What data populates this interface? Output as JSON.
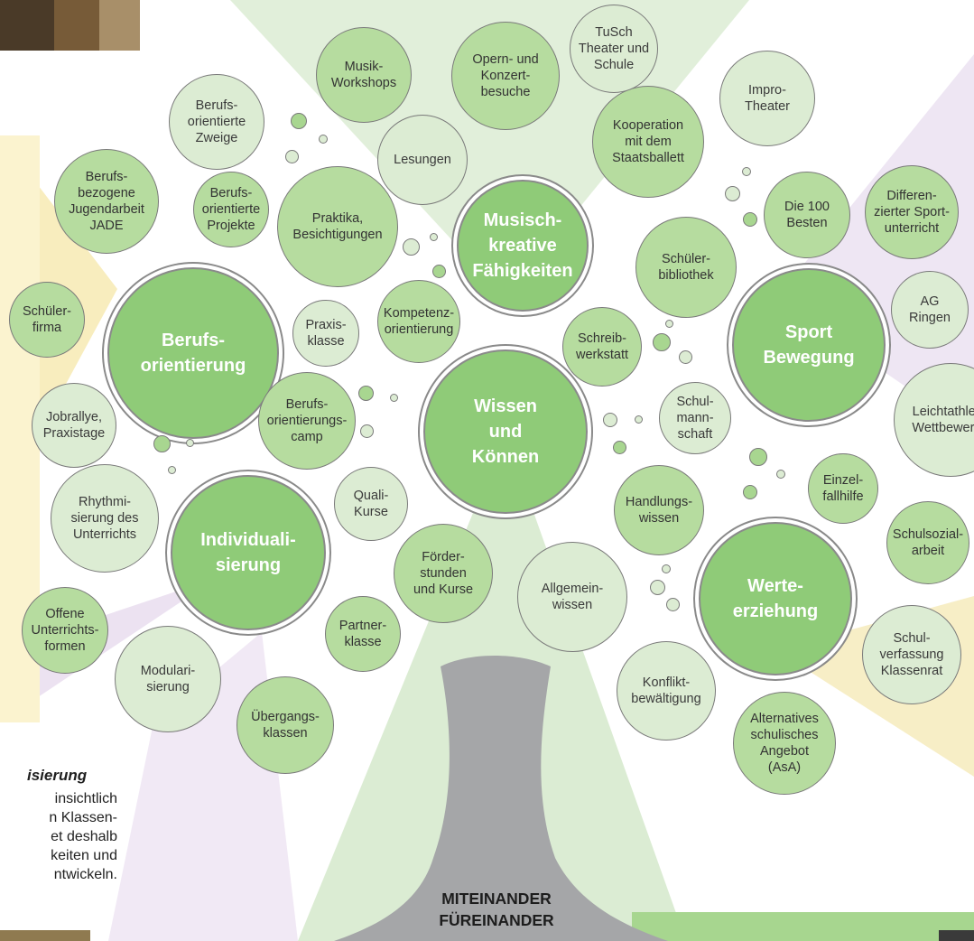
{
  "trunk": {
    "line1": "MITEINANDER",
    "line2": "FÜREINANDER"
  },
  "side_text": {
    "title": "isierung",
    "lines": [
      "insichtlich",
      "n Klassen-",
      "et deshalb",
      "keiten und",
      "ntwickeln."
    ]
  },
  "main_bubbles": {
    "musisch": "Musisch-\nkreative\nFähigkeiten",
    "beruf": "Berufs-\norientierung",
    "sport": "Sport\nBewegung",
    "wissen": "Wissen\nund\nKönnen",
    "indiv": "Individuali-\nsierung",
    "werte": "Werte-\nerziehung"
  },
  "bubbles": {
    "musik_workshops": "Musik-\nWorkshops",
    "opern": "Opern- und\nKonzert-\nbesuche",
    "tusch": "TuSch\nTheater und\nSchule",
    "impro": "Impro-\nTheater",
    "berufsorientierte_zweige": "Berufs-\norientierte\nZweige",
    "lesungen": "Lesungen",
    "kooperation": "Kooperation\nmit dem\nStaatsballett",
    "berufsbezogene": "Berufs-\nbezogene\nJugendarbeit\nJADE",
    "berufsorientierte_projekte": "Berufs-\norientierte\nProjekte",
    "praktika": "Praktika,\nBesichtigungen",
    "die100": "Die 100\nBesten",
    "differenzierter": "Differen-\nzierter Sport-\nunterricht",
    "schuelerbibliothek": "Schüler-\nbibliothek",
    "schuelerfirma": "Schüler-\nfirma",
    "praxisklasse": "Praxis-\nklasse",
    "kompetenz": "Kompetenz-\norientierung",
    "schreibwerkstatt": "Schreib-\nwerkstatt",
    "ag_ringen": "AG\nRingen",
    "jobrallye": "Jobrallye,\nPraxistage",
    "berufsorientierungscamp": "Berufs-\norientierungs-\ncamp",
    "schulmannschaft": "Schul-\nmann-\nschaft",
    "leichtathletik": "Leichtathletik\nWettbewerbe",
    "rhythmisierung": "Rhythmi-\nsierung des\nUnterrichts",
    "quali": "Quali-\nKurse",
    "einzelfallhilfe": "Einzel-\nfallhilfe",
    "handlungswissen": "Handlungs-\nwissen",
    "schulsozialarbeit": "Schulsozial-\narbeit",
    "foerderstunden": "Förder-\nstunden\nund Kurse",
    "allgemeinwissen": "Allgemein-\nwissen",
    "offene": "Offene\nUnterrichts-\nformen",
    "partnerklasse": "Partner-\nklasse",
    "schulverfassung": "Schul-\nverfassung\nKlassenrat",
    "modularisierung": "Modulari-\nsierung",
    "konflikt": "Konflikt-\nbewältigung",
    "uebergang": "Übergangs-\nklassen",
    "asa": "Alternatives\nschulisches\nAngebot\n(AsA)"
  },
  "colors": {
    "main": "#8fcb78",
    "mid": "#b6dc9f",
    "light": "#dcecd3",
    "trunk": "#a5a6a8"
  }
}
